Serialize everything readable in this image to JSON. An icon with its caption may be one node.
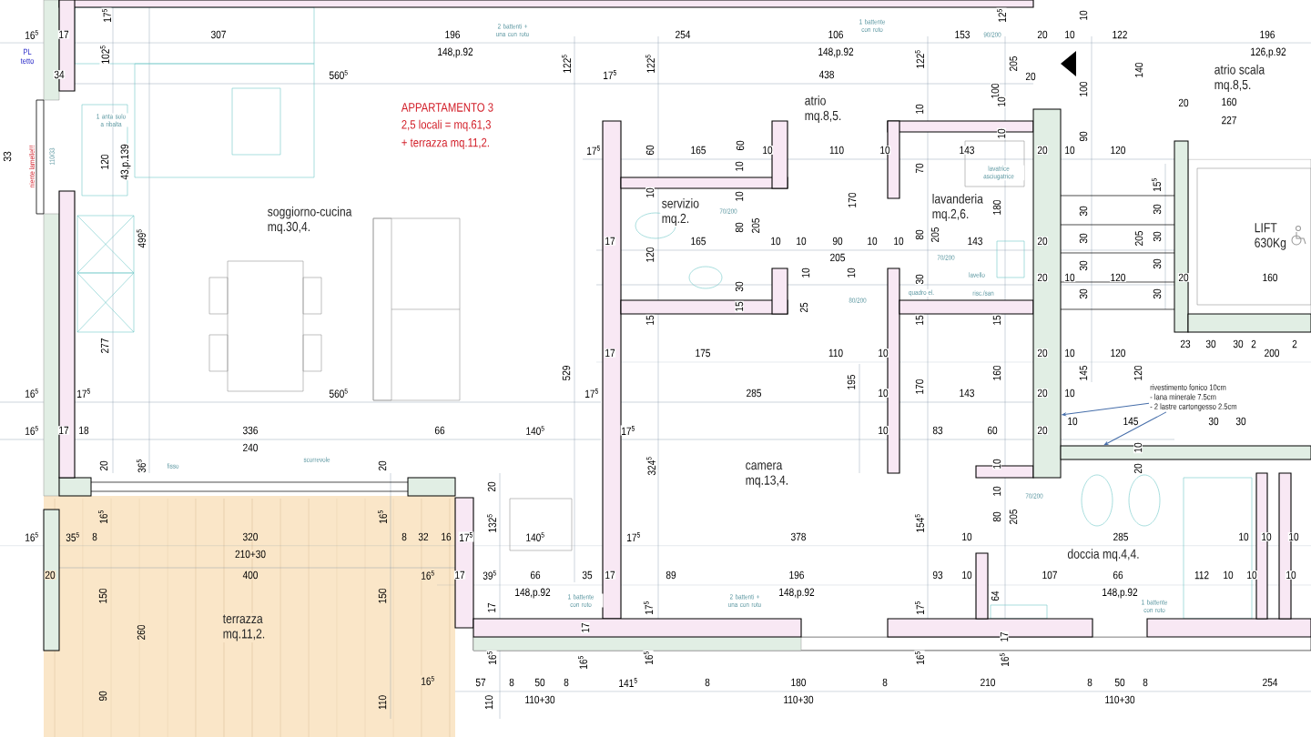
{
  "diagram": {
    "nodes": [
      {
        "text": [
          "soggiorno-cucina",
          "mq.30,4."
        ]
      },
      {
        "text": [
          "atrio",
          "mq.8,5."
        ]
      },
      {
        "text": [
          "servizio",
          "mq.2."
        ]
      },
      {
        "text": [
          "lavanderia",
          "mq.2,6."
        ]
      },
      {
        "text": [
          "atrio scala",
          "mq.8,5."
        ]
      },
      {
        "text": [
          "LIFT",
          "630Kg"
        ]
      },
      {
        "text": [
          "camera",
          "mq.13,4."
        ]
      },
      {
        "text": [
          "terrazza",
          "mq.11,2."
        ]
      },
      {
        "text": [
          "doccia mq.4,4."
        ]
      },
      {
        "text": [
          "rivestimento fonico 10cm",
          "- lana minerale 7.5cm",
          "- 2 lastre cartongesso 2.5cm"
        ]
      },
      {
        "text": [],
        "shape": "wall"
      },
      {
        "text": [],
        "shape": "wall"
      }
    ],
    "edges": [
      {
        "from": 9,
        "to": 10,
        "arrow": "to"
      },
      {
        "from": 9,
        "to": 11,
        "arrow": "to"
      }
    ],
    "labels": [
      "17$^{5}$",
      "12$^{5}$",
      "10",
      "2 battenti + una con roto",
      "1 battente con roto",
      "16$^{5}$",
      "17",
      "307",
      "196",
      "254",
      "106",
      "153",
      "90/200",
      "20",
      "10",
      "122",
      "196",
      "PL tetto",
      "148,p.92",
      "148,p.92",
      "126,p.92",
      "102$^{5}$",
      "122$^{5}$",
      "122$^{5}$",
      "122$^{5}$",
      "205",
      "140",
      "34",
      "560$^{5}$",
      "17$^{5}$",
      "438",
      "20",
      "100",
      "100",
      "APPARTAMENTO 3",
      "2,5 locali = mq.61,3",
      "+ terrazza mq.11,2.",
      "20",
      "160",
      "10",
      "10",
      "1 anta solo a ribalta",
      "227",
      "10",
      "90",
      "17$^{5}$",
      "60",
      "165",
      "60",
      "10",
      "110",
      "10",
      "143",
      "20",
      "10",
      "120",
      "33",
      "110/33",
      "niente lamelle!!!",
      "120",
      "43,p.139",
      "10",
      "70",
      "lavatrice asciugatrice",
      "15$^{5}$",
      "10",
      "10",
      "170",
      "180",
      "70/200",
      "30",
      "30",
      "80",
      "205",
      "499$^{5}$",
      "17",
      "165",
      "10",
      "10",
      "90",
      "10",
      "10",
      "80",
      "205",
      "143",
      "20",
      "30",
      "205",
      "30",
      "205",
      "120",
      "70/200",
      "30",
      "30",
      "10",
      "10",
      "lavello",
      "20",
      "10",
      "120",
      "20",
      "160",
      "30",
      "30",
      "quadro el.",
      "risc./san",
      "30",
      "30",
      "15",
      "25",
      "80/200",
      "15",
      "15",
      "15",
      "23",
      "30",
      "30",
      "2",
      "2",
      "277",
      "17",
      "175",
      "110",
      "10",
      "20",
      "10",
      "120",
      "200",
      "529",
      "195",
      "160",
      "145",
      "120",
      "16$^{5}$",
      "17$^{5}$",
      "560$^{5}$",
      "17$^{5}$",
      "285",
      "10",
      "170",
      "143",
      "20",
      "10",
      "16$^{5}$",
      "17",
      "18",
      "336",
      "66",
      "140$^{5}$",
      "17$^{5}$",
      "10",
      "83",
      "60",
      "20",
      "10",
      "145",
      "30",
      "30",
      "240",
      "10",
      "fisso",
      "scorrevole",
      "20",
      "36$^{5}$",
      "20",
      "324$^{5}$",
      "20",
      "10",
      "20",
      "10",
      "70/200",
      "16$^{5}$",
      "16$^{5}$",
      "132$^{5}$",
      "154$^{5}$",
      "80",
      "205",
      "16$^{5}$",
      "35$^{5}$",
      "8",
      "320",
      "8",
      "32",
      "16",
      "17$^{5}$",
      "140$^{5}$",
      "17$^{5}$",
      "378",
      "10",
      "285",
      "10",
      "10",
      "10",
      "210+30",
      "20",
      "400",
      "16$^{5}$",
      "17",
      "39$^{5}$",
      "66",
      "35",
      "17",
      "89",
      "196",
      "93",
      "10",
      "107",
      "66",
      "112",
      "10",
      "10",
      "10",
      "148,p.92",
      "148,p.92",
      "148,p.92",
      "1 battente con roto",
      "2 battenti + una con roto",
      "1 battente con roto",
      "150",
      "150",
      "64",
      "17",
      "17$^{5}$",
      "17$^{5}$",
      "17",
      "17",
      "260",
      "16$^{5}$",
      "16$^{5}$",
      "16$^{5}$",
      "16$^{5}$",
      "16$^{5}$",
      "16$^{5}$",
      "57",
      "8",
      "50",
      "8",
      "141$^{5}$",
      "8",
      "180",
      "8",
      "210",
      "8",
      "50",
      "8",
      "254",
      "110+30",
      "110+30",
      "110+30",
      "90",
      "110",
      "110"
    ]
  }
}
